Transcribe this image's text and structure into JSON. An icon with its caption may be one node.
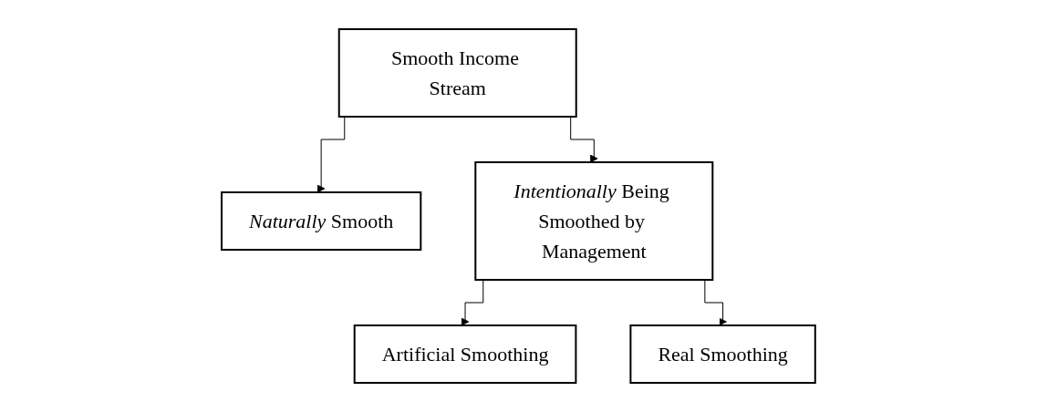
{
  "diagram": {
    "nodes": [
      {
        "text": [
          "Smooth Income Stream"
        ]
      },
      {
        "text": [
          "*Naturally* Smooth"
        ]
      },
      {
        "text": [
          "*Intentionally* Being Smoothed by Management"
        ]
      },
      {
        "text": [
          "Artificial Smoothing"
        ]
      },
      {
        "text": [
          "Real Smoothing"
        ]
      }
    ],
    "edges": [
      {
        "from": 0,
        "to": 1,
        "arrow": "to"
      },
      {
        "from": 0,
        "to": 2,
        "arrow": "to"
      },
      {
        "from": 2,
        "to": 3,
        "arrow": "to"
      },
      {
        "from": 2,
        "to": 4,
        "arrow": "to"
      }
    ]
  }
}
